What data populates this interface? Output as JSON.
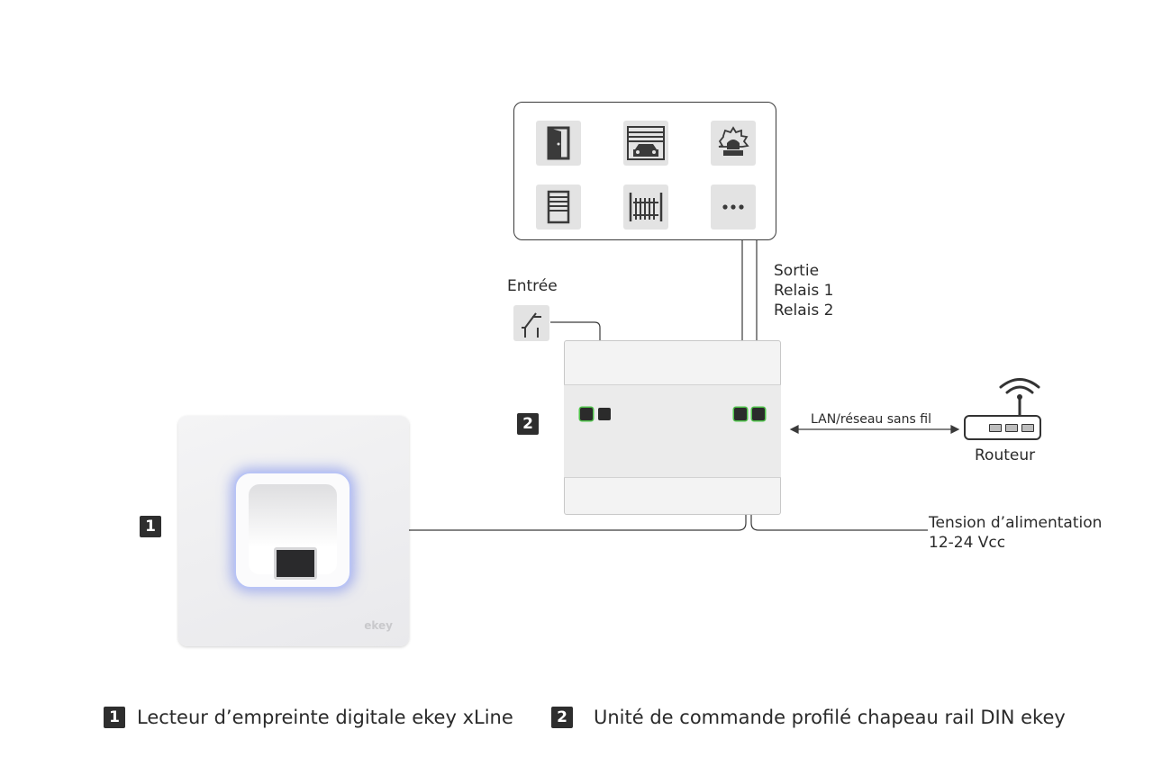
{
  "labels": {
    "input": "Entrée",
    "output_title": "Sortie",
    "relay1": "Relais 1",
    "relay2": "Relais 2",
    "network": "LAN/réseau sans fil",
    "router": "Routeur",
    "power_line1": "Tension d’alimentation",
    "power_line2": "12-24 Vcc",
    "reader_brand": "ekey"
  },
  "badges": {
    "one": "1",
    "two": "2"
  },
  "legend": {
    "item1": "Lecteur d’empreinte digitale ekey xLine",
    "item2": "Unité de commande profilé chapeau rail DIN ekey"
  },
  "devices": [
    "door-icon",
    "garage-icon",
    "alarm-icon",
    "blind-icon",
    "gate-icon",
    "more-icon"
  ],
  "colors": {
    "led_green": "#4fc24a",
    "reader_glow": "#6e82eb",
    "badge": "#2e2e2e"
  }
}
